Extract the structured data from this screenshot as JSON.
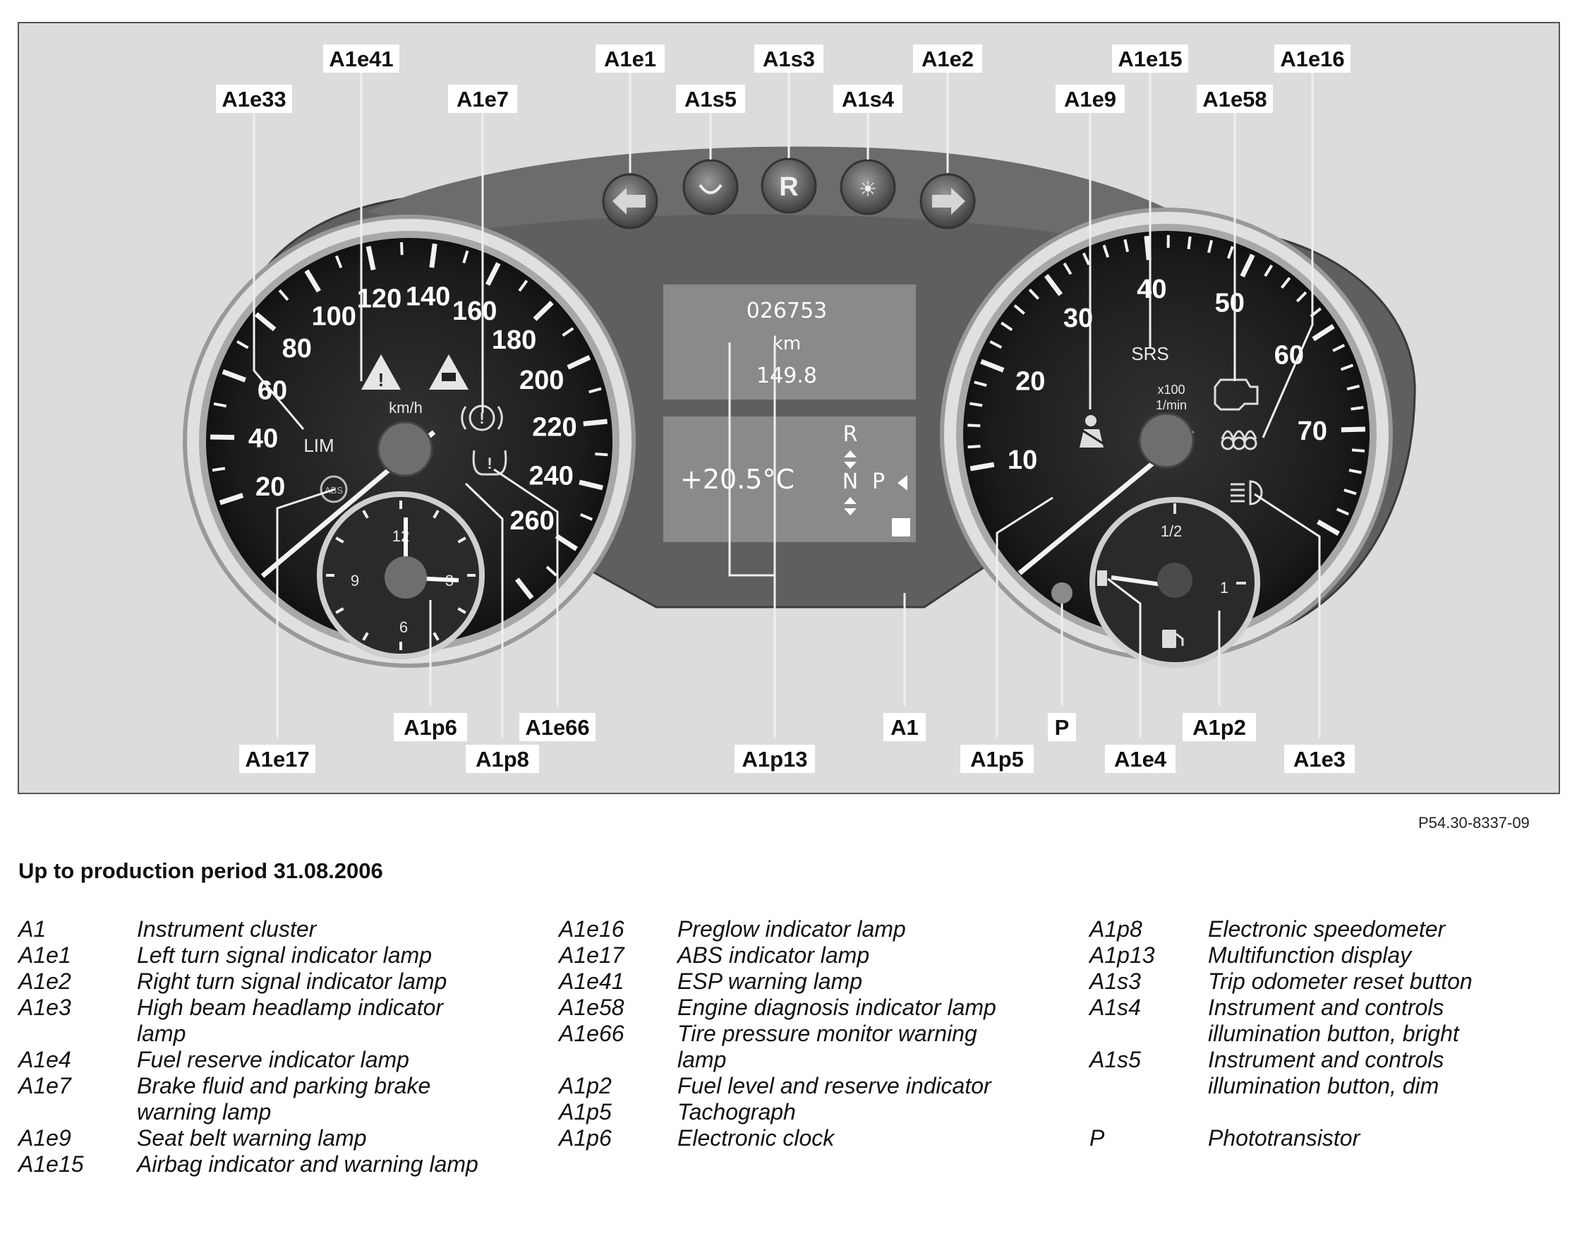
{
  "figure": {
    "reference": "P54.30-8337-09",
    "callouts": [
      {
        "id": "A1e41",
        "text": "A1e41"
      },
      {
        "id": "A1e1",
        "text": "A1e1"
      },
      {
        "id": "A1s3",
        "text": "A1s3"
      },
      {
        "id": "A1e2",
        "text": "A1e2"
      },
      {
        "id": "A1e15",
        "text": "A1e15"
      },
      {
        "id": "A1e16",
        "text": "A1e16"
      },
      {
        "id": "A1e33",
        "text": "A1e33"
      },
      {
        "id": "A1e7",
        "text": "A1e7"
      },
      {
        "id": "A1s5",
        "text": "A1s5"
      },
      {
        "id": "A1s4",
        "text": "A1s4"
      },
      {
        "id": "A1e9",
        "text": "A1e9"
      },
      {
        "id": "A1e58",
        "text": "A1e58"
      },
      {
        "id": "A1p6",
        "text": "A1p6"
      },
      {
        "id": "A1e66",
        "text": "A1e66"
      },
      {
        "id": "A1",
        "text": "A1"
      },
      {
        "id": "P",
        "text": "P"
      },
      {
        "id": "A1p2",
        "text": "A1p2"
      },
      {
        "id": "A1e17",
        "text": "A1e17"
      },
      {
        "id": "A1p8",
        "text": "A1p8"
      },
      {
        "id": "A1p13",
        "text": "A1p13"
      },
      {
        "id": "A1p5",
        "text": "A1p5"
      },
      {
        "id": "A1e4",
        "text": "A1e4"
      },
      {
        "id": "A1e3",
        "text": "A1e3"
      }
    ],
    "speedometer": {
      "unit": "km/h",
      "speed_labels": [
        "20",
        "40",
        "60",
        "80",
        "100",
        "120",
        "140",
        "160",
        "180",
        "200",
        "220",
        "240",
        "260"
      ],
      "clock_labels": [
        "12",
        "3",
        "6",
        "9"
      ],
      "lim_label": "LIM",
      "abs_label": "ABS"
    },
    "tachometer": {
      "labels": [
        "10",
        "20",
        "30",
        "40",
        "50",
        "60",
        "70"
      ],
      "unit_line1": "x100",
      "unit_line2": "1/min",
      "srs_label": "SRS",
      "fuel_half": "1/2",
      "fuel_full": "1"
    },
    "display": {
      "odometer": "026753",
      "unit": "km",
      "trip": "149.8",
      "temperature": "+20.5°C",
      "gear_r": "R",
      "gear_n": "N",
      "gear_p": "P"
    },
    "buttons": {
      "reset": "R"
    }
  },
  "subtitle": "Up to production period 31.08.2006",
  "legend": {
    "col1": [
      {
        "code": "A1",
        "desc": "Instrument cluster"
      },
      {
        "code": "A1e1",
        "desc": "Left turn signal indicator lamp"
      },
      {
        "code": "A1e2",
        "desc": "Right turn signal indicator lamp"
      },
      {
        "code": "A1e3",
        "desc": "High beam headlamp indicator lamp"
      },
      {
        "code": "A1e4",
        "desc": "Fuel reserve indicator lamp"
      },
      {
        "code": "A1e7",
        "desc": "Brake fluid and parking brake warning lamp"
      },
      {
        "code": "A1e9",
        "desc": "Seat belt warning lamp"
      },
      {
        "code": "A1e15",
        "desc": "Airbag indicator and warning lamp"
      }
    ],
    "col2": [
      {
        "code": "A1e16",
        "desc": "Preglow indicator lamp"
      },
      {
        "code": "A1e17",
        "desc": "ABS indicator lamp"
      },
      {
        "code": "A1e41",
        "desc": "ESP warning lamp"
      },
      {
        "code": "A1e58",
        "desc": "Engine diagnosis indicator lamp"
      },
      {
        "code": "A1e66",
        "desc": "Tire pressure monitor warning lamp"
      },
      {
        "code": "A1p2",
        "desc": "Fuel level and reserve indicator"
      },
      {
        "code": "A1p5",
        "desc": "Tachograph"
      },
      {
        "code": "A1p6",
        "desc": "Electronic clock"
      }
    ],
    "col3": [
      {
        "code": "A1p8",
        "desc": "Electronic speedometer"
      },
      {
        "code": "A1p13",
        "desc": "Multifunction display"
      },
      {
        "code": "A1s3",
        "desc": "Trip odometer reset button"
      },
      {
        "code": "A1s4",
        "desc": "Instrument and controls illumination button, bright"
      },
      {
        "code": "A1s5",
        "desc": "Instrument and controls illumination button, dim"
      },
      {
        "code": "P",
        "desc": "Phototransistor"
      }
    ]
  }
}
